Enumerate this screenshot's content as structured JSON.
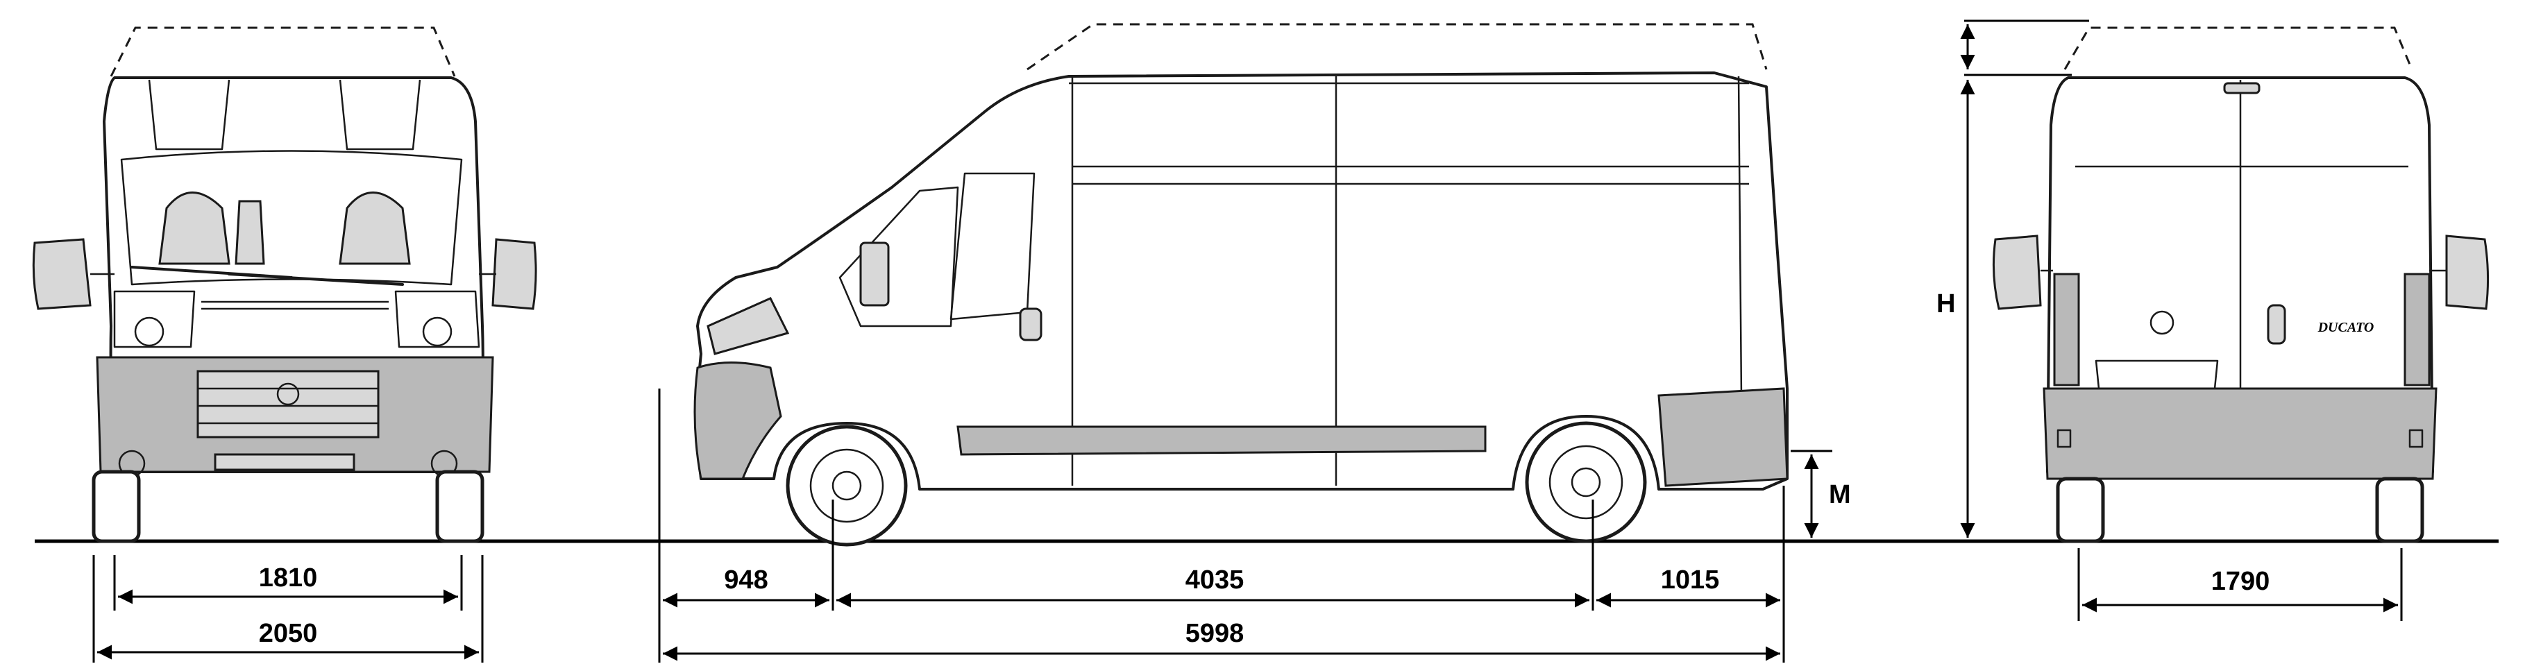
{
  "dimensions": {
    "front_track": "1810",
    "front_width": "2050",
    "front_overhang": "948",
    "wheelbase": "4035",
    "rear_overhang": "1015",
    "overall_length": "5998",
    "rear_track": "1790",
    "height_label": "H",
    "ground_clearance_label": "M"
  },
  "badges": {
    "rear_model_script": "DUCATO"
  }
}
